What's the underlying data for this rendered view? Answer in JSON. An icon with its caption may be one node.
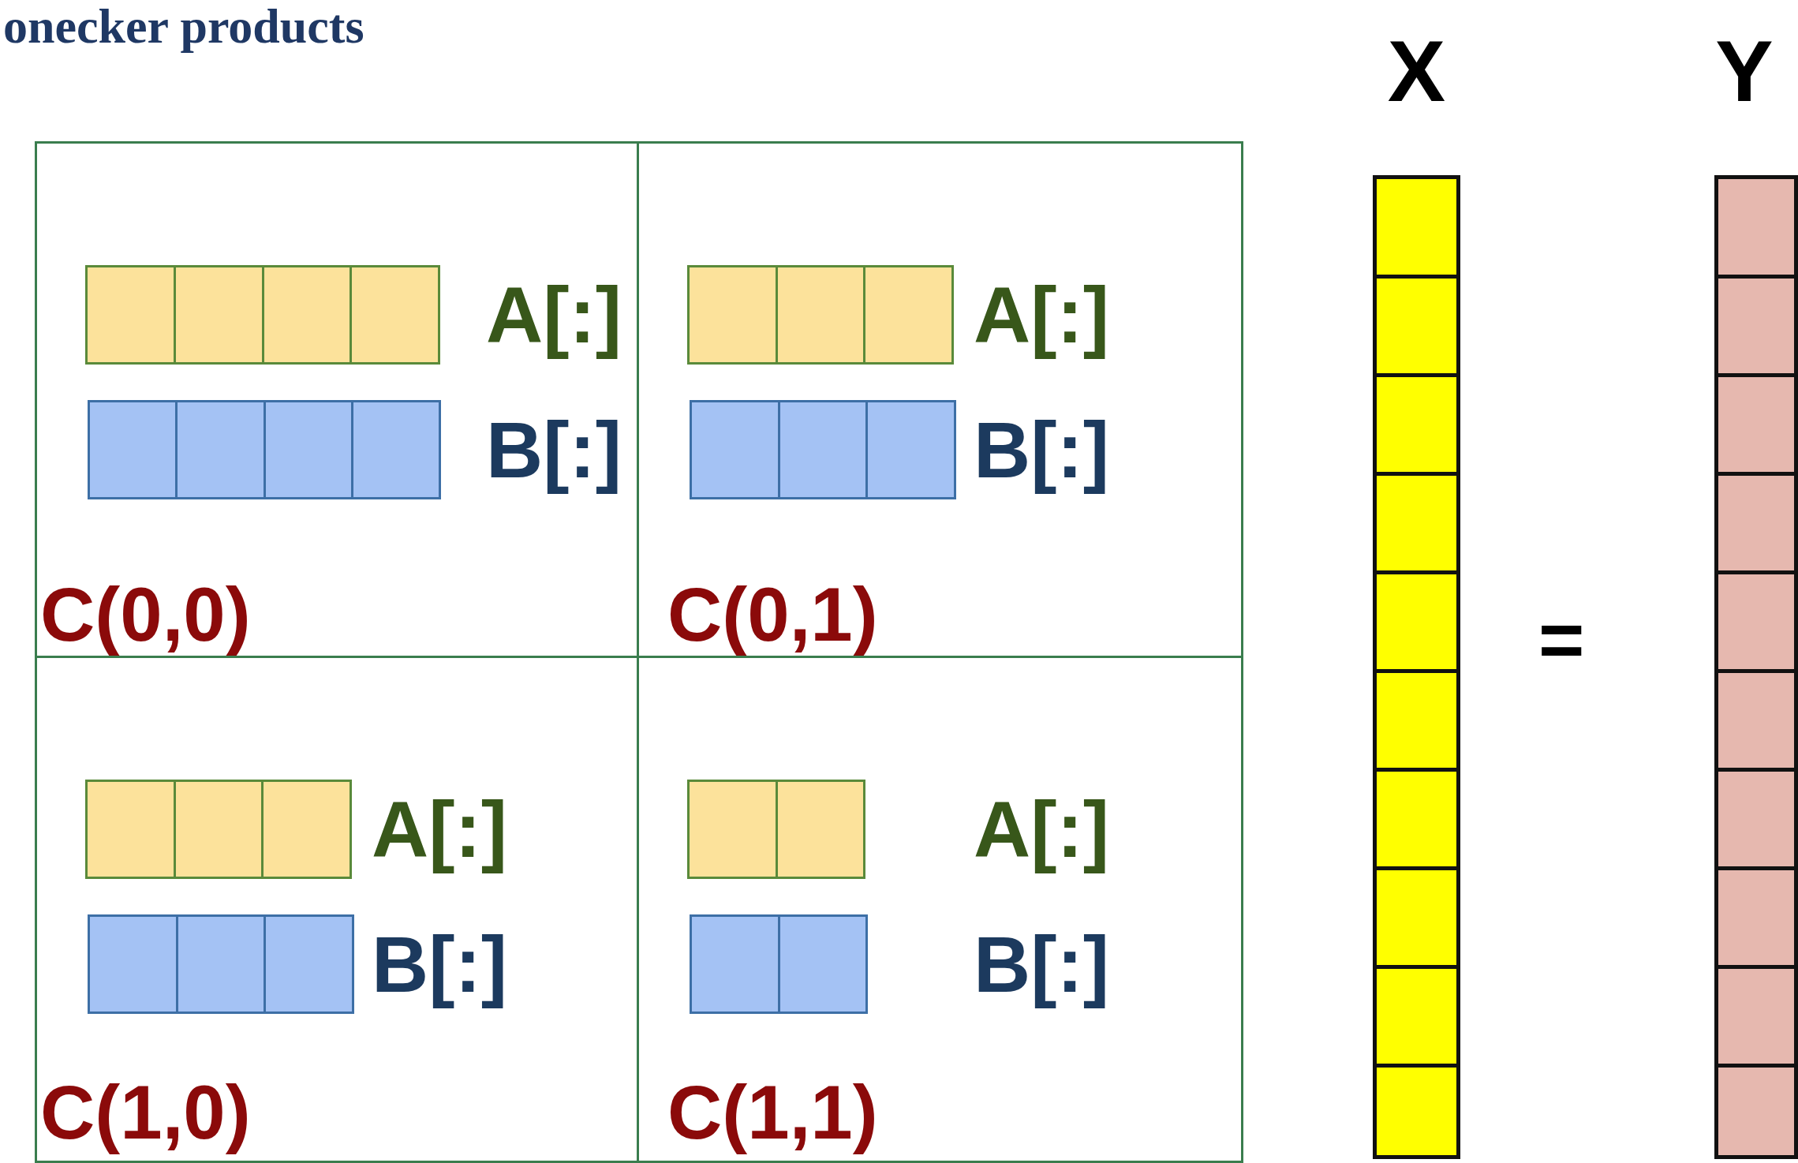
{
  "diagram": {
    "title": "onecker products",
    "nodes": [
      {
        "text": [
          "C(0,0)"
        ]
      },
      {
        "text": [],
        "shape": "bar",
        "in": 0,
        "beside": [
          "A[:]"
        ]
      },
      {
        "text": [],
        "shape": "bar",
        "in": 0,
        "beside": [
          "B[:]"
        ]
      },
      {
        "text": [
          "C(0,1)"
        ]
      },
      {
        "text": [],
        "shape": "bar",
        "in": 3,
        "beside": [
          "A[:]"
        ]
      },
      {
        "text": [],
        "shape": "bar",
        "in": 3,
        "beside": [
          "B[:]"
        ]
      },
      {
        "text": [
          "C(1,0)"
        ]
      },
      {
        "text": [],
        "shape": "bar",
        "in": 6,
        "beside": [
          "A[:]"
        ]
      },
      {
        "text": [],
        "shape": "bar",
        "in": 6,
        "beside": [
          "B[:]"
        ]
      },
      {
        "text": [
          "C(1,1)"
        ]
      },
      {
        "text": [],
        "shape": "bar",
        "in": 9,
        "beside": [
          "A[:]"
        ]
      },
      {
        "text": [],
        "shape": "bar",
        "in": 9,
        "beside": [
          "B[:]"
        ]
      },
      {
        "text": [
          "X"
        ]
      },
      {
        "text": [
          "Y"
        ]
      }
    ],
    "labels": [
      "="
    ]
  }
}
